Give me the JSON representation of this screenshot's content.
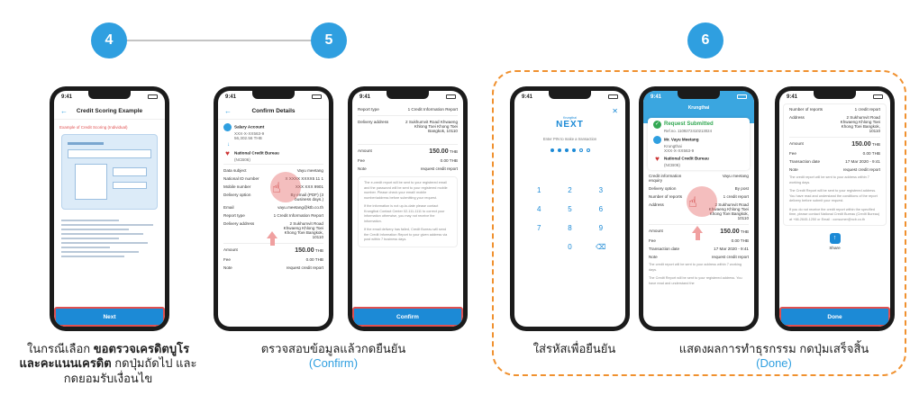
{
  "steps": [
    "4",
    "5",
    "6"
  ],
  "phone1": {
    "time": "9:41",
    "title": "Credit Scoring Example",
    "subtitle": "Example of Credit Scoring (Individual)",
    "button": "Next"
  },
  "phone2": {
    "time": "9:41",
    "title": "Confirm Details",
    "account_title": "Salary Account",
    "account_no": "XXX-X-XX563-9",
    "account_amount": "56,302.56 THB",
    "bureau_title": "National Credit Bureau",
    "bureau_code": "(NCB06)",
    "rows": [
      {
        "label": "Data subject",
        "value": "Vayu meetang"
      },
      {
        "label": "National ID number",
        "value": "X XXXX XXXX5 11 1"
      },
      {
        "label": "Mobile number",
        "value": "XXX XXX 9901"
      },
      {
        "label": "Delivery option",
        "value": "By email (PDF) (3 business days.)"
      },
      {
        "label": "Email",
        "value": "vayu.meetang@ktb.co.th"
      },
      {
        "label": "Report type",
        "value": "1 Credit Information Report"
      },
      {
        "label": "Delivery address",
        "value": "2 Sukhumvit Road Khwaeng Khlong Toei Khong Toei Bangkok, 10110"
      }
    ],
    "amount_label": "Amount",
    "amount_value": "150.00",
    "amount_unit": "THB",
    "fee_label": "Fee",
    "fee_value": "0.00 THB",
    "note_label": "Note",
    "note_value": "request credit report"
  },
  "phone3": {
    "time": "9:41",
    "report_type_label": "Report type",
    "report_type_value": "1 Credit Information Report",
    "address_label": "Delivery address",
    "address_value": "2 Sukhumvit Road Khwaeng Khlong Toei Khong Toei Bangkok, 10110",
    "amount_label": "Amount",
    "amount_value": "150.00",
    "amount_unit": "THB",
    "fee_label": "Fee",
    "fee_value": "0.00 THB",
    "note_label": "Note",
    "note_value": "request credit report",
    "notes": [
      "The e-credit report will be sent to your registered email and the password will be sent to your registered mobile number. Please check your email/ mobile number/address before submitting your request.",
      "If the information is not up-to-date please contact Krungthai Contact Center 02-111-1111 to correct your information otherwise, you may not receive the information.",
      "If the email delivery has failed, Credit Bureau will send the Credit Information Report to your given address via post within 7 business days."
    ],
    "button": "Confirm"
  },
  "phone4": {
    "time": "9:41",
    "brand_small": "Krungthai",
    "brand": "NEXT",
    "prompt": "Enter PIN to make a transaction",
    "keys": [
      "1",
      "2",
      "3",
      "4",
      "5",
      "6",
      "7",
      "8",
      "9",
      "",
      "0",
      "⌫"
    ],
    "pin_filled": 4,
    "pin_total": 6
  },
  "phone5": {
    "time": "9:41",
    "bank": "Krungthai",
    "status": "Request Submitted",
    "ref": "Ref.no. 1109272410213024",
    "name": "Mr. Vayu Meetang",
    "bank_name": "Krungthai",
    "account_no": "XXX-X-XX563-9",
    "bureau_title": "National Credit Bureau",
    "bureau_code": "(NCB06)",
    "rows": [
      {
        "label": "Credit information enquiry",
        "value": "Vayu meetang"
      },
      {
        "label": "Delivery option",
        "value": "By post"
      },
      {
        "label": "Number of reports",
        "value": "1 credit report"
      },
      {
        "label": "Address",
        "value": "2 Sukhumvit Road Khwaeng Khlong Toei Khong Toei Bangkok, 10110"
      }
    ],
    "amount_label": "Amount",
    "amount_value": "150.00",
    "amount_unit": "THB",
    "fee_label": "Fee",
    "fee_value": "0.00 THB",
    "date_label": "Transaction date",
    "date_value": "17 Mar 2020 - 9:41",
    "note_label": "Note",
    "note_value": "request credit report",
    "notes": [
      "The credit report will be sent to your address within 7 working days.",
      "The Credit Report will be sent to your registered address. You have read and understand the"
    ]
  },
  "phone6": {
    "time": "9:41",
    "rows": [
      {
        "label": "Number of reports",
        "value": "1 credit report"
      },
      {
        "label": "Address",
        "value": "2 Sukhumvit Road Khwaeng Khlong Toei Khong Toei Bangkok, 10110"
      }
    ],
    "amount_label": "Amount",
    "amount_value": "150.00",
    "amount_unit": "THB",
    "fee_label": "Fee",
    "fee_value": "0.00 THB",
    "date_label": "Transaction date",
    "date_value": "17 Mar 2020 - 9:41",
    "note_label": "Note",
    "note_value": "request credit report",
    "notes": [
      "The credit report will be sent to your address within 7 working days.",
      "The Credit Report will be sent to your registered address. You have read and understand the conditions of the report delivery before submit your request.",
      "If you do not receive the credit report within the specified time, please contact National Credit Bureau (Credit Bureau) at +66-2645-1250 or Email : consumer@ncb.co.th"
    ],
    "share": "Share",
    "button": "Done"
  },
  "captions": {
    "c4_a": "ในกรณีเลือก ",
    "c4_b": "ขอตรวจเครดิตบูโรและคะแนนเครดิต",
    "c4_c": " กดปุ่มถัดไป และกดยอมรับเงื่อนไข",
    "c5_a": "ตรวจสอบข้อมูลแล้วกดยืนยัน",
    "c5_b": "(Confirm)",
    "c6_pin": "ใส่รหัสเพื่อยืนยัน",
    "c6_a": "แสดงผลการทำธุรกรรม กดปุ่มเสร็จสิ้น",
    "c6_b": "(Done)"
  },
  "colors": {
    "accent": "#2f9fe0",
    "button": "#1c8ad6",
    "highlight": "#e05050",
    "frame": "#f0912f"
  }
}
